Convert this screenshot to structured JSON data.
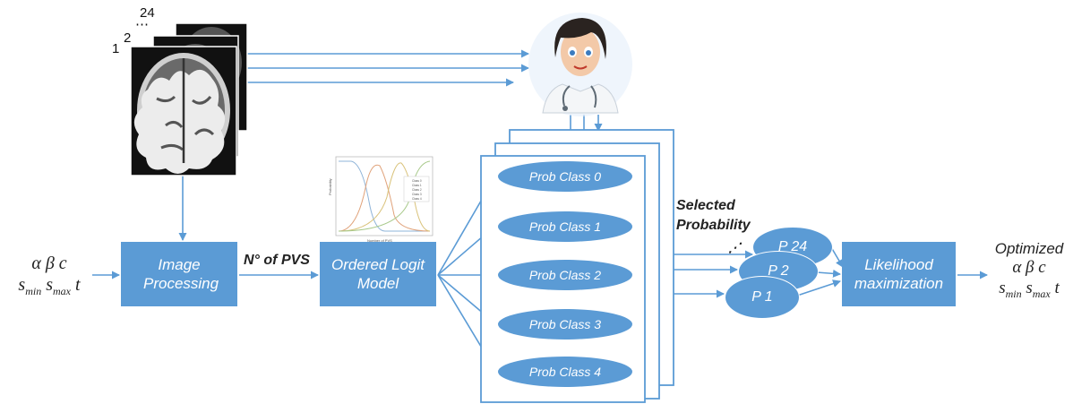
{
  "inputs": {
    "params_line1": "α β c",
    "params_line2": {
      "s1": "s",
      "s1_sub": "min",
      "s2": "s",
      "s2_sub": "max",
      "t": "t"
    }
  },
  "stack_labels": {
    "first": "1",
    "second": "2",
    "dots": "⋯",
    "last": "24"
  },
  "boxes": {
    "image_processing": "Image Processing",
    "ordered_logit": "Ordered Logit Model",
    "likelihood": "Likelihood maximization"
  },
  "edge_labels": {
    "n_pvs": "N° of PVS",
    "selected_probability": "Selected Probability"
  },
  "classes": [
    "Prob Class 0",
    "Prob Class 1",
    "Prob Class 2",
    "Prob Class 3",
    "Prob Class 4"
  ],
  "p_nodes": {
    "p24": "P 24",
    "p2": "P 2",
    "p1": "P 1",
    "dots": "⋰"
  },
  "output": {
    "title": "Optimized",
    "params_line1": "α β c",
    "params_line2": {
      "s1": "s",
      "s1_sub": "min",
      "s2": "s",
      "s2_sub": "max",
      "t": "t"
    }
  },
  "mini_chart": {
    "xlabel": "Number of PVS",
    "ylabel": "Probability",
    "legend": [
      "Class 0",
      "Class 1",
      "Class 2",
      "Class 3",
      "Class 4"
    ]
  },
  "colors": {
    "accent": "#5b9bd5",
    "arrow": "#5b9bd5",
    "text": "#222222"
  },
  "icons": {
    "doctor": "doctor-avatar-icon",
    "brain": "brain-mri-slice-icon"
  }
}
